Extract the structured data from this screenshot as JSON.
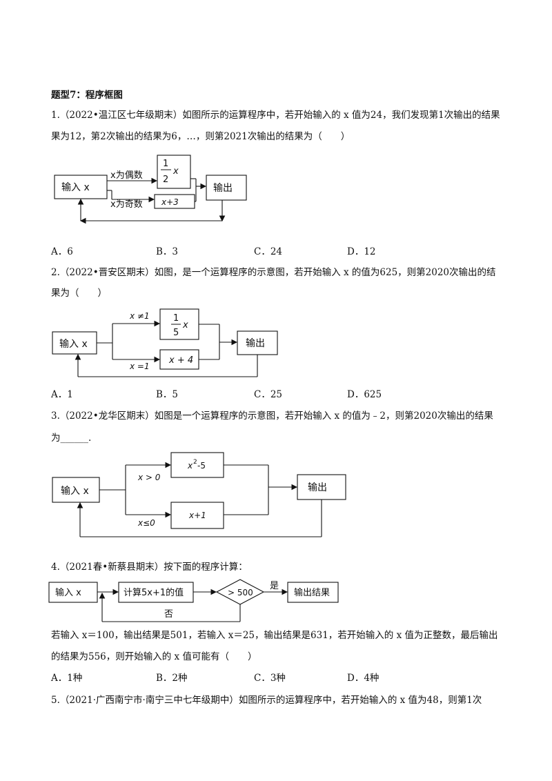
{
  "section_title": "题型7：程序框图",
  "q1": {
    "line1": "1.（2022•温江区七年级期末）如图所示的运算程序中，若开始输入的 x 值为24，我们发现第1次输出的结果",
    "line2": "果为12，第2次输出的结果为6，…，则第2021次输出的结果为（　　）",
    "diagram": {
      "input": "输入 x",
      "even": "x为偶数",
      "odd": "x为奇数",
      "half_num": "1",
      "half_den": "2",
      "half_var": "x",
      "plus3": "x+3",
      "output": "输出"
    },
    "options": [
      "A．6",
      "B．3",
      "C．24",
      "D．12"
    ]
  },
  "q2": {
    "line1": "2.（2022•晋安区期末）如图，是一个运算程序的示意图，若开始输入 x 的值为625，则第2020次输出的结",
    "line2": "果为（　　）",
    "diagram": {
      "input": "输入 x",
      "neq": "x ≠1",
      "eq": "x =1",
      "fifth_num": "1",
      "fifth_den": "5",
      "fifth_var": "x",
      "plus4": "x + 4",
      "output": "输出"
    },
    "options": [
      "A．1",
      "B．5",
      "C．25",
      "D．625"
    ]
  },
  "q3": {
    "line1": "3.（2022•龙华区期末）如图是一个运算程序的示意图，若开始输入 x 的值为﹣2，则第2020次输出的结果",
    "line2": "为______.",
    "diagram": {
      "input": "输入 x",
      "gt": "x > 0",
      "le": "x≤0",
      "sq_base": "x",
      "sq_exp": "2",
      "sq_rest": "-5",
      "plus1": "x+1",
      "output": "输出"
    }
  },
  "q4": {
    "line1": "4.（2021春•新蔡县期末）按下面的程序计算：",
    "diagram": {
      "input": "输入 x",
      "compute": "计算5x+1的值",
      "cond": "> 500",
      "yes": "是",
      "no": "否",
      "output": "输出结果"
    },
    "line2": "若输入 x＝100，输出结果是501，若输入 x＝25，输出结果是631，若开始输入的 x 值为正整数，最后输出",
    "line3": "的结果为556，则开始输入的 x 值可能有（　　）",
    "options": [
      "A．1种",
      "B．2种",
      "C．3种",
      "D．4种"
    ]
  },
  "q5": {
    "line1": "5.（2021·广西南宁市·南宁三中七年级期中）如图所示的运算程序中，若开始输入的 x 值为48，则第1次"
  }
}
